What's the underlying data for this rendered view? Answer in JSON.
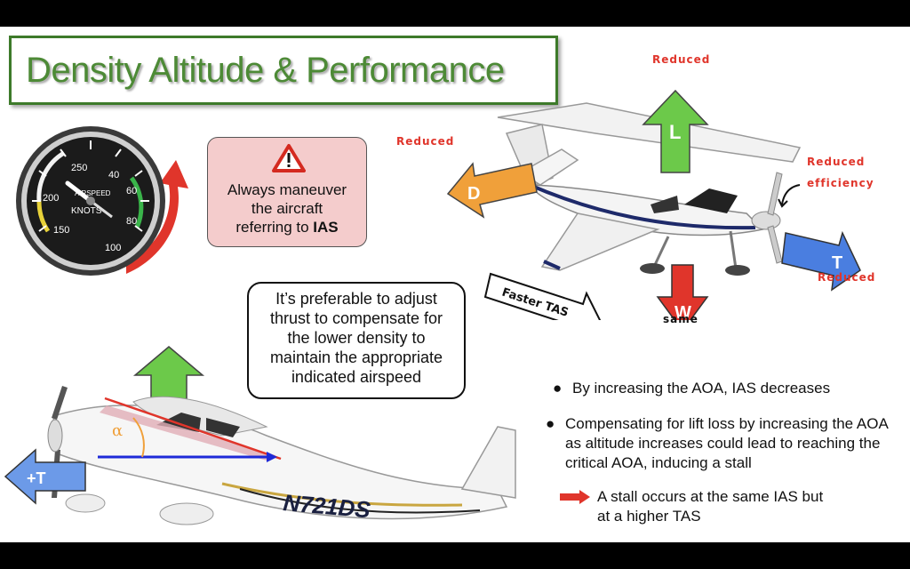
{
  "title": "Density Altitude & Performance",
  "gauge": {
    "numbers": [
      "250",
      "200",
      "150",
      "40",
      "60",
      "80",
      "100"
    ],
    "face_label": "AIRSPEED",
    "unit_label": "KNOTS"
  },
  "warning": {
    "line1": "Always maneuver",
    "line2": "the aircraft",
    "line3_prefix": "referring to ",
    "line3_bold": "IAS"
  },
  "callout": {
    "line1": "It’s preferable to adjust",
    "line2": "thrust to compensate for",
    "line3": "the lower density to",
    "line4": "maintain the appropriate",
    "line5": "indicated airspeed"
  },
  "forces": {
    "lift_letter": "L",
    "drag_letter": "D",
    "thrust_letter": "T",
    "weight_letter": "W",
    "lift_note": "Reduced",
    "drag_note": "Reduced",
    "thrust_note": "Reduced",
    "weight_note": "same",
    "prop_note_line1": "Reduced",
    "prop_note_line2": "efficiency",
    "speed_label": "Faster TAS"
  },
  "lower_plane": {
    "thrust_label": "+T",
    "alpha": "α",
    "registration": "N721DS"
  },
  "bullets": [
    "By increasing the AOA, IAS decreases",
    "Compensating for lift loss by increasing the AOA as altitude increases could lead to reaching the critical AOA, inducing a stall"
  ],
  "sub_bullet": {
    "line1": "A stall occurs at the same IAS but",
    "line2": "at a higher TAS"
  },
  "colors": {
    "title_green": "#4d8a36",
    "arrow_red": "#e0352b",
    "lift_green": "#6cc94a",
    "drag_orange": "#f0a03a",
    "thrust_blue": "#4a7ee0",
    "warn_bg": "#f4cccc"
  }
}
